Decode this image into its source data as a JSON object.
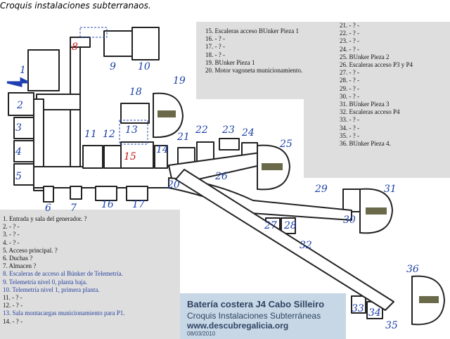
{
  "caption": "Croquis instalaciones subterranaos.",
  "legend_left": [
    {
      "text": "1. Entrada y sala del generador. ?",
      "blue": false
    },
    {
      "text": "2. - ? -",
      "blue": false
    },
    {
      "text": "3. - ? -",
      "blue": false
    },
    {
      "text": "4. - ? -",
      "blue": false
    },
    {
      "text": "5. Acceso principal. ?",
      "blue": false
    },
    {
      "text": "6. Duchas ?",
      "blue": false
    },
    {
      "text": "7. Almacen ?",
      "blue": false
    },
    {
      "text": "8. Escaleras de acceso al Búnker de Telemetría.",
      "blue": true
    },
    {
      "text": "9. Telemetría nivel 0, planta baja.",
      "blue": true
    },
    {
      "text": "10. Telemetría nivel 1, primera planta.",
      "blue": true
    },
    {
      "text": "11. - ? -",
      "blue": false
    },
    {
      "text": "12. - ? -",
      "blue": false
    },
    {
      "text": "13. Sala montacargas municionamiento para P1.",
      "blue": true
    },
    {
      "text": "14. - ? -",
      "blue": false
    }
  ],
  "legend_top": [
    "15. Escaleras acceso BUnker Pieza 1",
    "16. - ? -",
    "17. - ? -",
    "18. - ? -",
    "19. BUnker Pieza 1",
    "20. Motor vagoneta municionamiento."
  ],
  "legend_right": [
    "21. - ? -",
    "22. - ? -",
    "23. - ? -",
    "24. - ? -",
    "25. BUnker Pieza 2",
    "26. Escaleras acceso P3 y P4",
    "27. - ? -",
    "28. - ? -",
    "29. - ? -",
    "30. - ? -",
    "31. BUnker Pieza 3",
    "32. Escaleras acceso P4",
    "33. - ? -",
    "34. - ? -",
    "35. - ? -",
    "36. BUnker Pieza 4."
  ],
  "title_box": {
    "title": "Batería costera J4 Cabo Silleiro",
    "subtitle": "Croquis Instalaciones Subterráneas",
    "website": "www.descubregalicia.org",
    "date": "08/03/2010"
  },
  "map_numbers": [
    {
      "n": "1",
      "red": false
    },
    {
      "n": "2",
      "red": false
    },
    {
      "n": "3",
      "red": false
    },
    {
      "n": "4",
      "red": false
    },
    {
      "n": "5",
      "red": false
    },
    {
      "n": "6",
      "red": false
    },
    {
      "n": "7",
      "red": false
    },
    {
      "n": "8",
      "red": true
    },
    {
      "n": "9",
      "red": false
    },
    {
      "n": "10",
      "red": false
    },
    {
      "n": "11",
      "red": false
    },
    {
      "n": "12",
      "red": false
    },
    {
      "n": "13",
      "red": false
    },
    {
      "n": "14",
      "red": false
    },
    {
      "n": "15",
      "red": true
    },
    {
      "n": "16",
      "red": false
    },
    {
      "n": "17",
      "red": false
    },
    {
      "n": "18",
      "red": false
    },
    {
      "n": "19",
      "red": false
    },
    {
      "n": "20",
      "red": false
    },
    {
      "n": "21",
      "red": false
    },
    {
      "n": "22",
      "red": false
    },
    {
      "n": "23",
      "red": false
    },
    {
      "n": "24",
      "red": false
    },
    {
      "n": "25",
      "red": false
    },
    {
      "n": "26",
      "red": false
    },
    {
      "n": "27",
      "red": false
    },
    {
      "n": "28",
      "red": false
    },
    {
      "n": "29",
      "red": false
    },
    {
      "n": "30",
      "red": false
    },
    {
      "n": "31",
      "red": false
    },
    {
      "n": "32",
      "red": false
    },
    {
      "n": "33",
      "red": false
    },
    {
      "n": "34",
      "red": false
    },
    {
      "n": "35",
      "red": false
    },
    {
      "n": "36",
      "red": false
    }
  ],
  "colors": {
    "legend_blue": "#2b45a0",
    "map_numbers": "#1a3fa8",
    "map_numbers_red": "#c21a1a",
    "panel_grey": "#dedede",
    "title_box": "#c7d7e6"
  }
}
